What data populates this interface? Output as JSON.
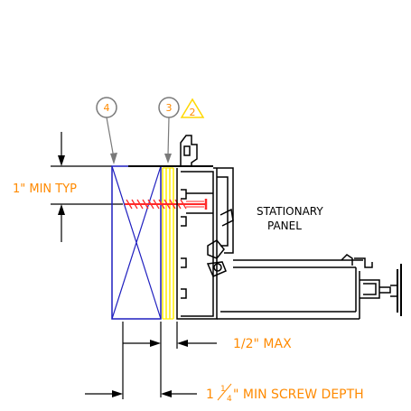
{
  "callouts": {
    "c4": "4",
    "c3": "3",
    "rev": "2"
  },
  "labels": {
    "min_typ": "1\" MIN TYP",
    "stationary": "STATIONARY",
    "panel": "PANEL",
    "half_max": "1/2\" MAX",
    "screw_depth_prefix": "1",
    "screw_depth_frac_num": "1",
    "screw_depth_frac_den": "4",
    "screw_depth_suffix": "\" MIN SCREW DEPTH"
  },
  "colors": {
    "line": "#000000",
    "callout_gray": "#7a7a7a",
    "revision": "#ffd800",
    "dimension_text": "#ff8a00",
    "blocking": "#1f1fbf",
    "shim": "#ffee00",
    "screw": "#ff2a2a",
    "paper": "#ffffff"
  }
}
